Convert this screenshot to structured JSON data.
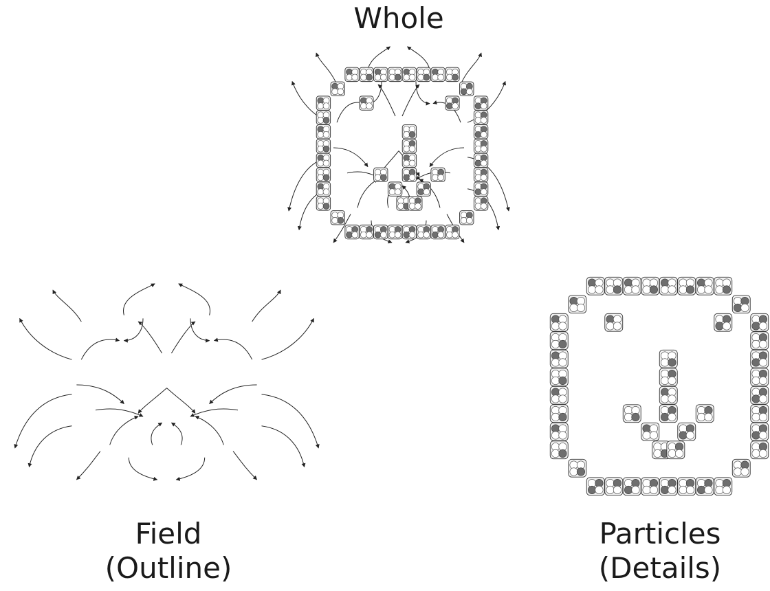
{
  "labels": {
    "whole": "Whole",
    "field_line1": "Field",
    "field_line2": "(Outline)",
    "particles_line1": "Particles",
    "particles_line2": "(Details)"
  },
  "colors": {
    "line": "#222222",
    "cell_fill": "#f2f2f2",
    "dark_dot": "#6e6e6e",
    "light_dot": "#ffffff"
  },
  "icons": {
    "particle": "rounded-square-cell-with-dots",
    "field_line": "curved-arrow"
  }
}
